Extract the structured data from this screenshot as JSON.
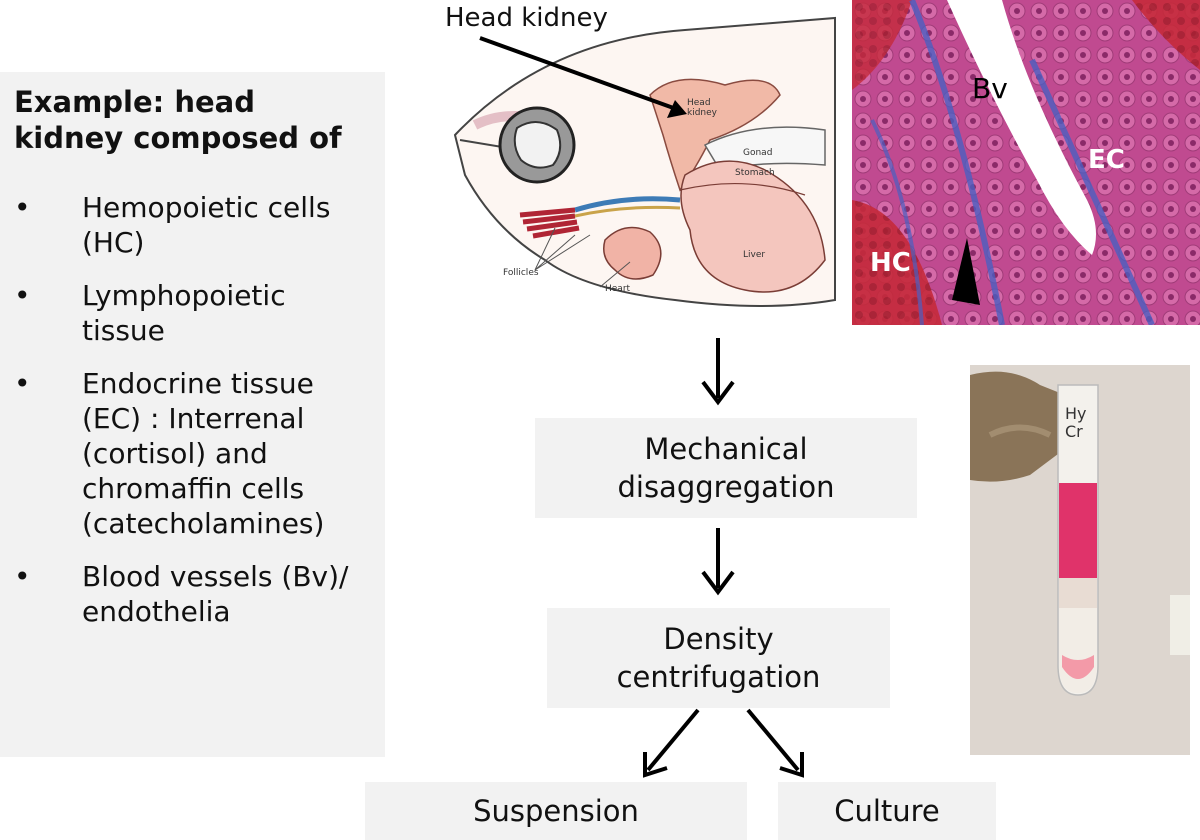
{
  "left_panel": {
    "title": "Example: head kidney composed of",
    "bullet": "•",
    "items": [
      "Hemopoietic cells (HC)",
      "Lymphopoietic tissue",
      "Endocrine tissue (EC) : Interrenal (cortisol) and chromaffin cells (catecholamines)",
      "Blood vessels (Bv)/ endothelia"
    ]
  },
  "fish_diagram": {
    "callout": "Head kidney",
    "labels": {
      "head_kidney": "Head kidney",
      "gonad": "Gonad",
      "stomach": "Stomach",
      "liver": "Liver",
      "follicles": "Follicles",
      "heart": "Heart"
    }
  },
  "histology": {
    "labels": {
      "bv": "Bv",
      "ec": "EC",
      "hc": "HC"
    }
  },
  "flow": {
    "step1": "Mechanical disaggregation",
    "step2": "Density centrifugation",
    "out_left": "Suspension",
    "out_right": "Culture"
  },
  "tube": {
    "tube_label": "Hy Cr"
  }
}
